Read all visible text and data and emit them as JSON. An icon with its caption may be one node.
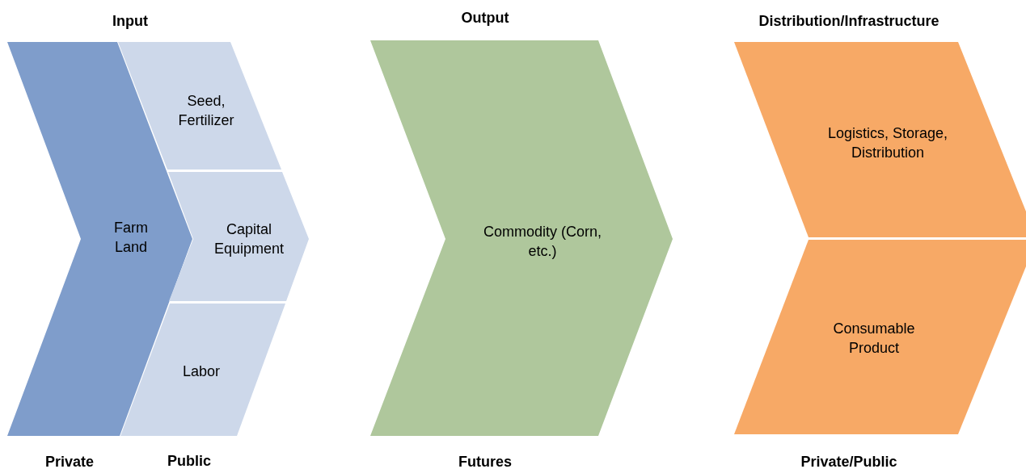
{
  "diagram": {
    "nodes": [
      {
        "text": [
          "Farm Land"
        ]
      },
      {
        "text": [
          "Seed, Fertilizer"
        ]
      },
      {
        "text": [
          "Capital Equipment"
        ]
      },
      {
        "text": [
          "Labor"
        ]
      },
      {
        "text": [
          "Commodity (Corn, etc.)"
        ]
      },
      {
        "text": [
          "Logistics, Storage, Distribution"
        ]
      },
      {
        "text": [
          "Consumable Product"
        ]
      }
    ],
    "labels": [
      "Input",
      "Output",
      "Distribution/Infrastructure",
      "Private",
      "Public",
      "Futures",
      "Private/Public"
    ]
  }
}
